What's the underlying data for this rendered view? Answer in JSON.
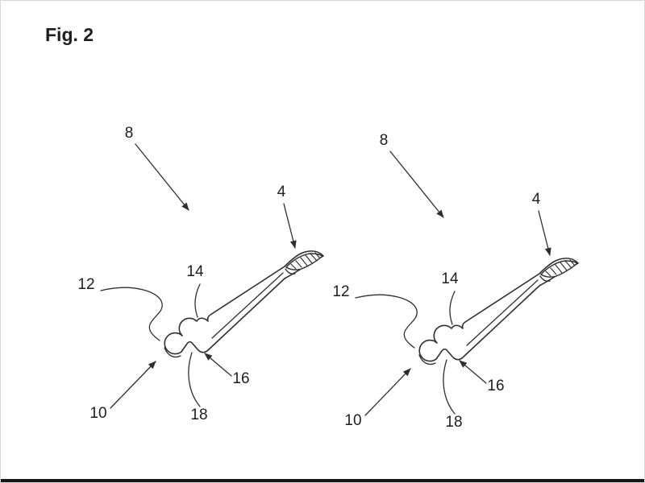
{
  "figure": {
    "title": "Fig. 2"
  },
  "reference_numerals": {
    "n4": "4",
    "n8": "8",
    "n10": "10",
    "n12": "12",
    "n14": "14",
    "n16": "16",
    "n18": "18"
  },
  "colors": {
    "line": "#2f2f2f",
    "background": "#ffffff"
  }
}
